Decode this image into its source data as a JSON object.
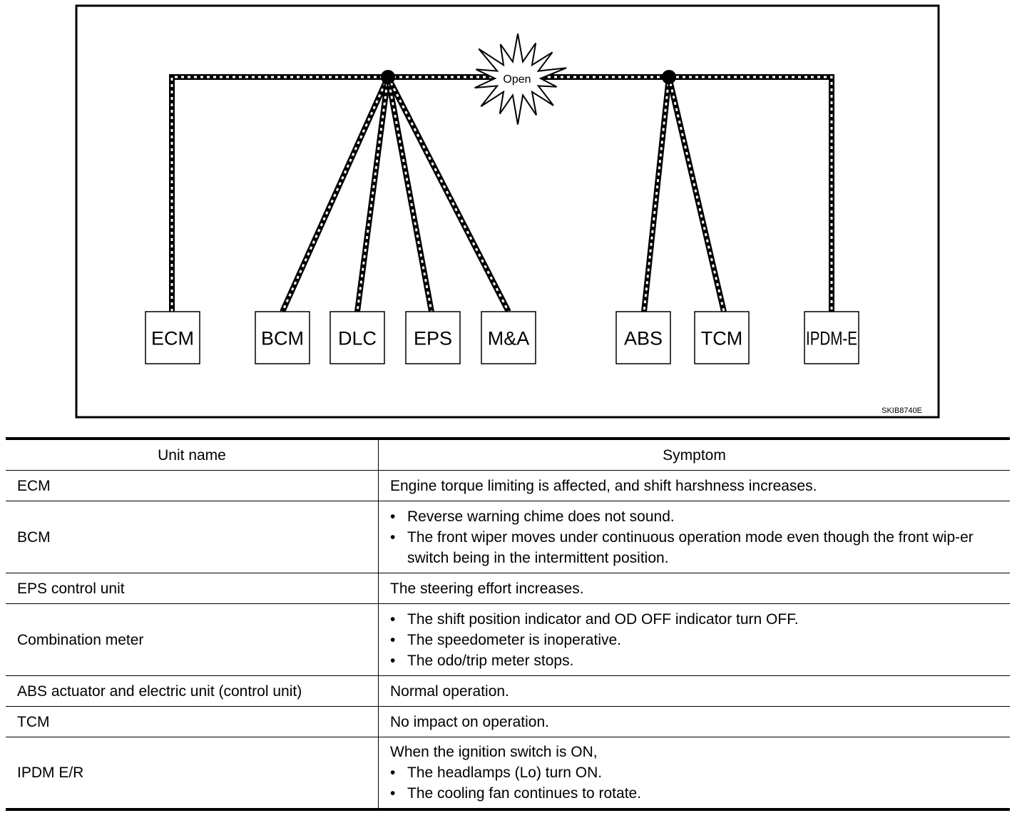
{
  "diagram": {
    "open_label": "Open",
    "figure_id": "SKIB8740E",
    "units": [
      {
        "id": "ecm",
        "label": "ECM"
      },
      {
        "id": "bcm",
        "label": "BCM"
      },
      {
        "id": "dlc",
        "label": "DLC"
      },
      {
        "id": "eps",
        "label": "EPS"
      },
      {
        "id": "ma",
        "label": "M&A"
      },
      {
        "id": "abs",
        "label": "ABS"
      },
      {
        "id": "tcm",
        "label": "TCM"
      },
      {
        "id": "ipdm",
        "label": "IPDM-E"
      }
    ]
  },
  "table": {
    "headers": [
      "Unit name",
      "Symptom"
    ],
    "rows": [
      {
        "unit": "ECM",
        "intro": "",
        "items": [],
        "text": "Engine torque limiting is affected, and shift harshness increases."
      },
      {
        "unit": "BCM",
        "intro": "",
        "text": "",
        "items": [
          "Reverse warning chime does not sound.",
          "The front wiper moves under continuous operation mode even though the front wip-er switch being in the intermittent position."
        ]
      },
      {
        "unit": "EPS control unit",
        "intro": "",
        "items": [],
        "text": "The steering effort increases."
      },
      {
        "unit": "Combination meter",
        "intro": "",
        "text": "",
        "items": [
          "The shift position indicator and OD OFF indicator turn OFF.",
          "The speedometer is inoperative.",
          "The odo/trip meter stops."
        ]
      },
      {
        "unit": "ABS actuator and electric unit (control unit)",
        "intro": "",
        "items": [],
        "text": "Normal operation."
      },
      {
        "unit": "TCM",
        "intro": "",
        "items": [],
        "text": "No impact on operation."
      },
      {
        "unit": "IPDM E/R",
        "intro": "When the ignition switch is ON,",
        "text": "",
        "items": [
          "The headlamps (Lo) turn ON.",
          "The cooling fan continues to rotate."
        ]
      }
    ]
  }
}
